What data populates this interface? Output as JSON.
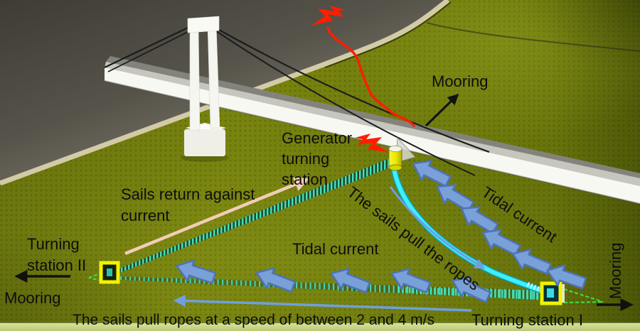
{
  "labels": {
    "mooring_top": "Mooring",
    "generator_station_lines": [
      "Generator",
      "turning",
      "station"
    ],
    "sails_return_lines": [
      "Sails return against",
      "current"
    ],
    "tidal_current_right": "Tidal current",
    "sails_pull_ropes": "The sails pull the ropes",
    "turning_station_2_lines": [
      "Turning",
      "station II"
    ],
    "mooring_left": "Mooring",
    "tidal_current_mid": "Tidal current",
    "speed_caption": "The sails pull ropes at a speed of between 2 and 4 m/s",
    "turning_station_1": "Turning station I",
    "mooring_right": "Mooring"
  },
  "colors": {
    "land_green": "#75800f",
    "water_gray": "#56534a",
    "shore_tan": "#d9d0ad",
    "bridge_white": "#f8f8f2",
    "tidal_arrow_blue": "#7aa0d8",
    "tidal_arrow_border": "#4e73b8",
    "rope_cyan": "#3cf0fa",
    "sail_teal": "#45e0b8",
    "sail_teal_dim": "#3ed2ae",
    "station_yellow": "#f2f200",
    "lightning_red": "#ff1e00",
    "return_arrow_pink": "#f2cdb6",
    "thin_arrow_blue": "#6f9fdf",
    "cable_black": "#1c1c1c",
    "text_black": "#0d0d0d"
  }
}
